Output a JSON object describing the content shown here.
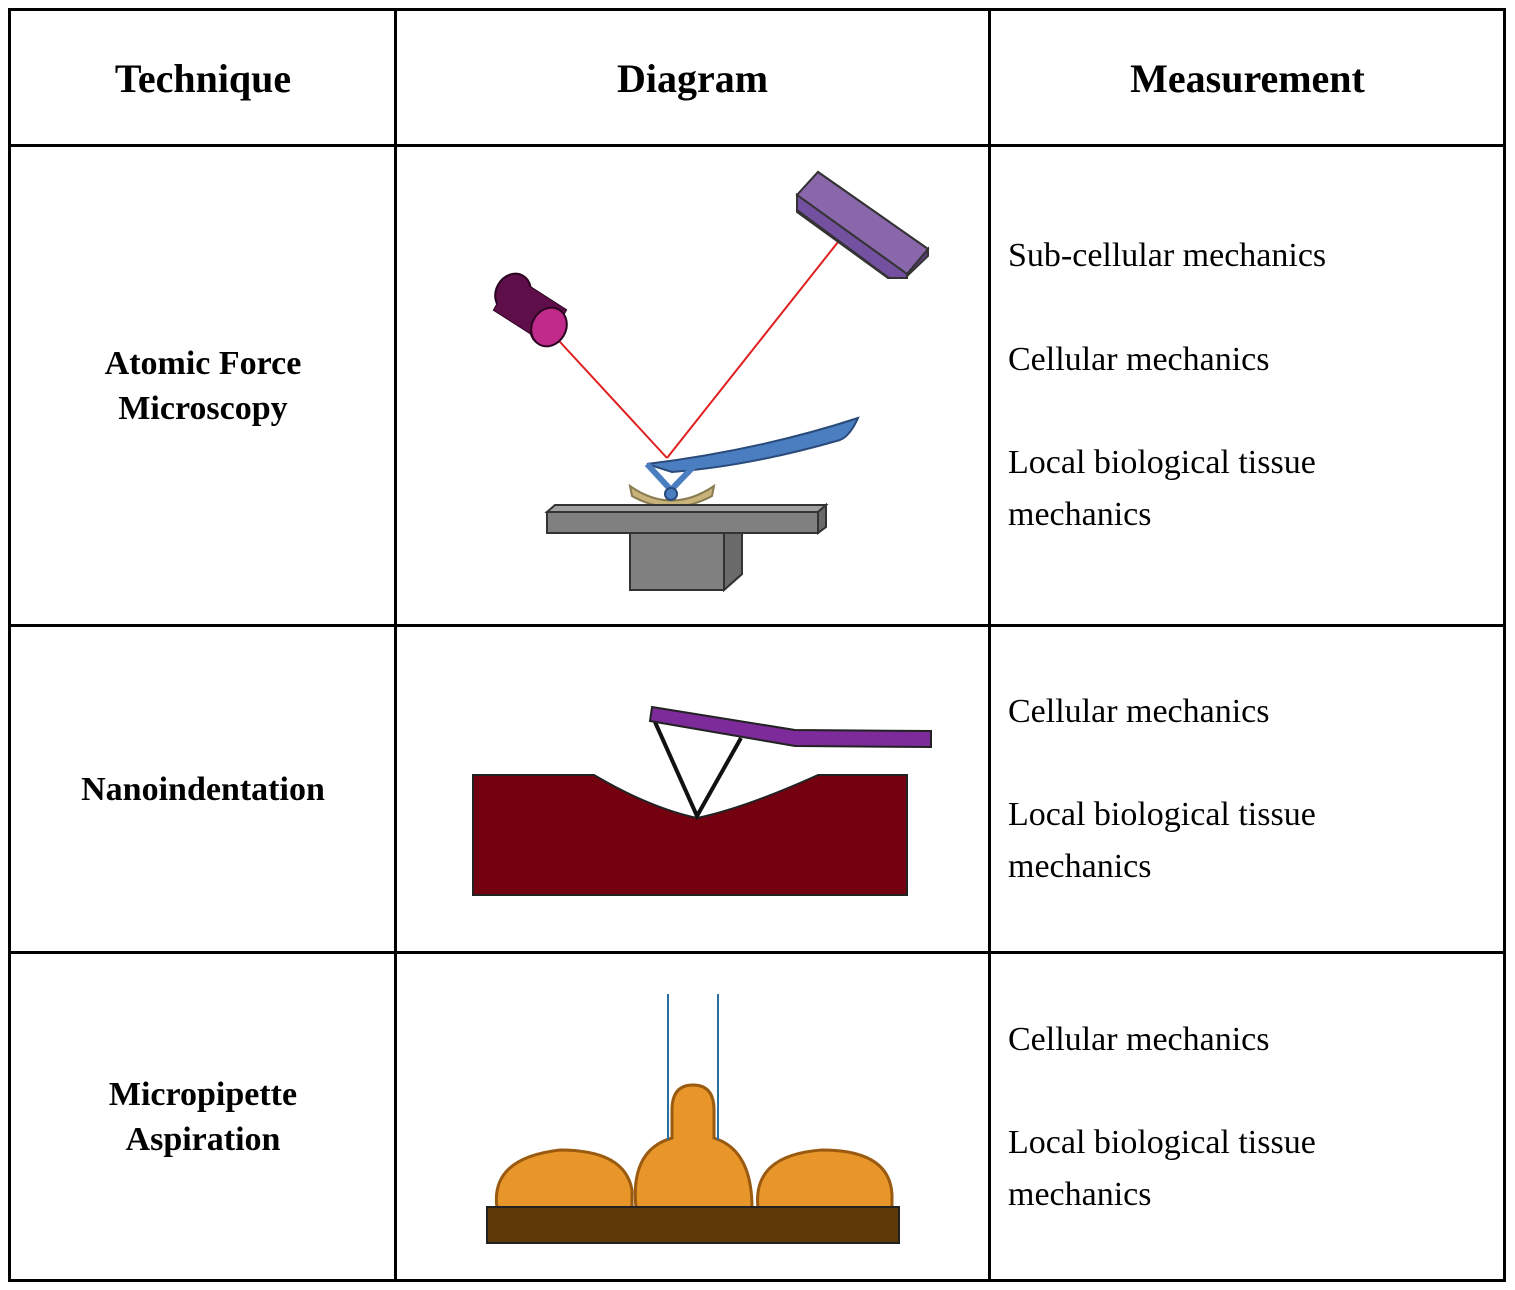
{
  "table": {
    "headers": {
      "technique": "Technique",
      "diagram": "Diagram",
      "measurement": "Measurement"
    },
    "rows": [
      {
        "technique": [
          "Atomic Force",
          "Microscopy"
        ],
        "measurements": [
          "Sub-cellular mechanics",
          "Cellular mechanics",
          "Local biological tissue",
          "mechanics"
        ]
      },
      {
        "technique": [
          "Nanoindentation"
        ],
        "measurements": [
          "Cellular mechanics",
          "Local biological tissue",
          "mechanics"
        ]
      },
      {
        "technique": [
          "Micropipette",
          "Aspiration"
        ],
        "measurements": [
          "Cellular mechanics",
          "Local biological tissue",
          "mechanics"
        ]
      }
    ]
  },
  "colors": {
    "laser": "#e02020",
    "laser_source": "#7a1a5c",
    "detector": "#8a66aa",
    "cantilever": "#4a7ec0",
    "stage": "#808080",
    "sample_afm": "#c8b47a",
    "tissue": "#740010",
    "indenter_arm": "#7d2a9a",
    "cell": "#e8962a",
    "cell_outline": "#9a5a10",
    "substrate": "#5e3a08",
    "pipette": "#2a6fa0"
  }
}
